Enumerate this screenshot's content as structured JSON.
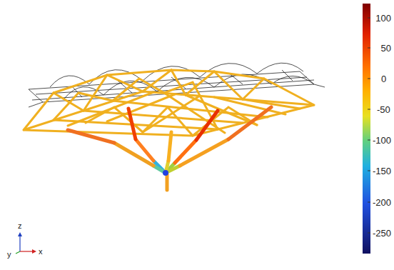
{
  "diagram": {
    "labels": [
      "100",
      "50",
      "0",
      "-50",
      "-100",
      "-150",
      "-200",
      "-250",
      "z",
      "y",
      "x"
    ]
  }
}
